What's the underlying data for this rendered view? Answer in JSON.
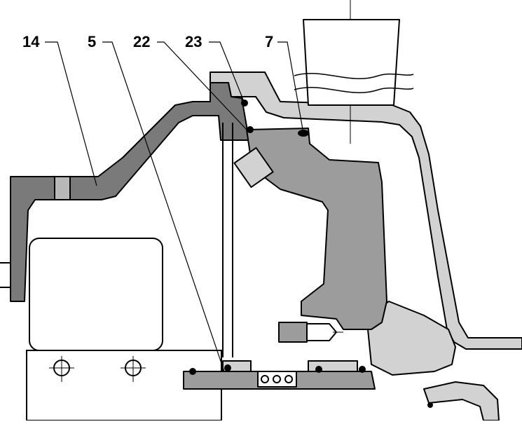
{
  "colors": {
    "background": "#ffffff",
    "dark_part": "#7a7a7a",
    "mid_part": "#9c9c9c",
    "light_part": "#d2d2d2",
    "outline": "#000000"
  },
  "callouts": [
    {
      "label": "14"
    },
    {
      "label": "5"
    },
    {
      "label": "22"
    },
    {
      "label": "23"
    },
    {
      "label": "7"
    }
  ]
}
